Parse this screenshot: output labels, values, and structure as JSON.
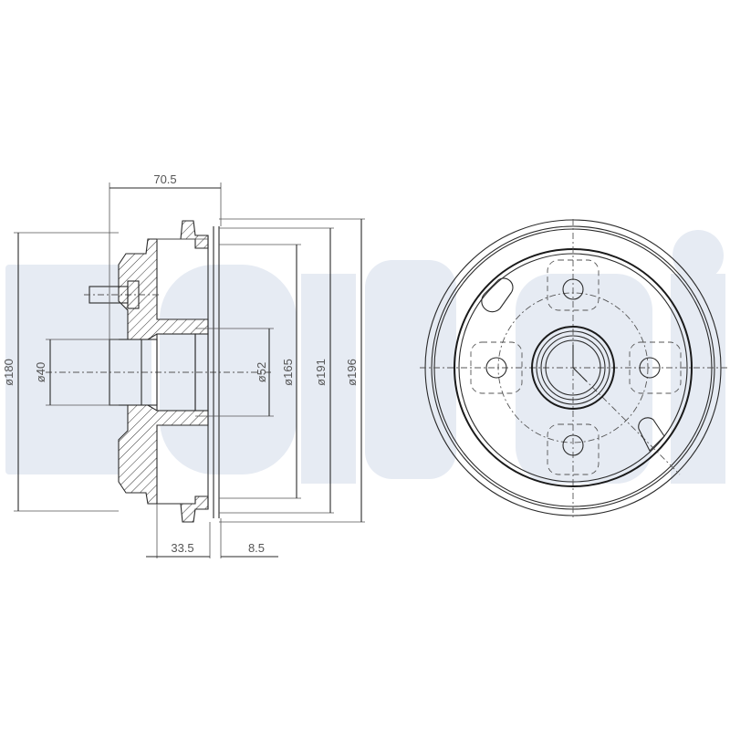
{
  "drawing": {
    "subject": "Brake drum technical drawing",
    "watermark": "Delphi",
    "colors": {
      "line": "#2a2a2a",
      "label": "#555555",
      "watermark": "#e6ebf3",
      "background": "#ffffff"
    },
    "views": [
      "side section view",
      "front view"
    ],
    "dimensions": {
      "hub_depth": "70.5",
      "stud_offset": "33.5",
      "flange_offset": "8.5",
      "diameter_outer_flange": "ø180",
      "diameter_center_bore_outer": "ø40",
      "diameter_center_bore_inner": "ø52",
      "diameter_braking_surface_inner": "ø165",
      "diameter_braking_surface": "ø191",
      "diameter_outer": "ø196"
    },
    "front_view": {
      "bolt_holes": 4,
      "slotted_openings": 2
    }
  }
}
